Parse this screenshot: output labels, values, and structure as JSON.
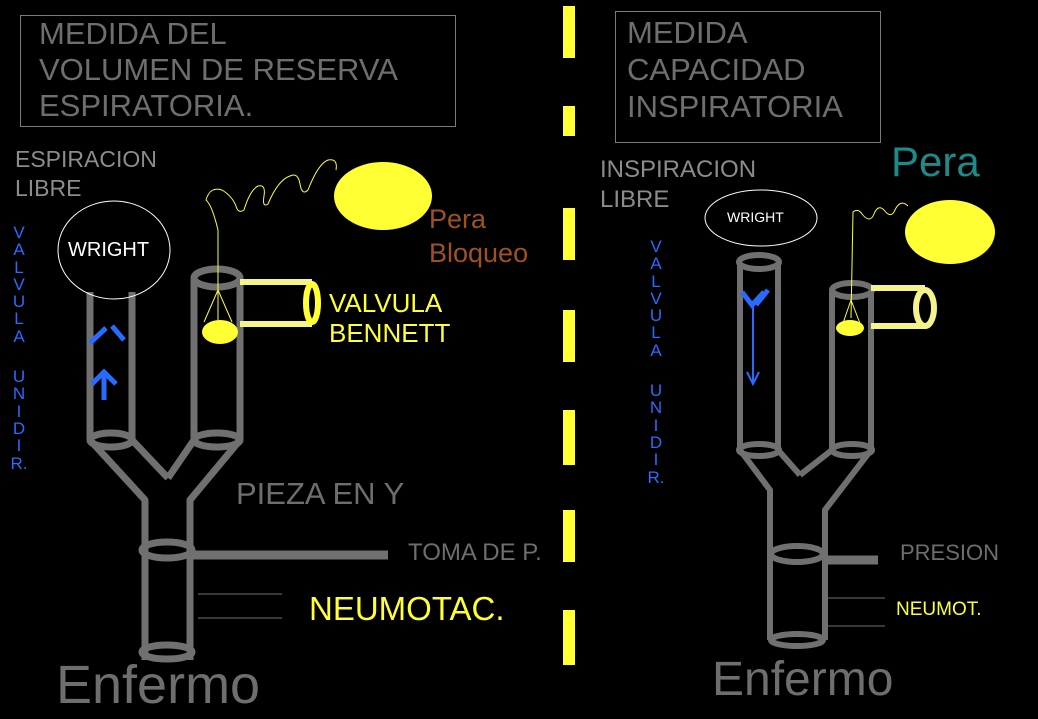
{
  "left_panel": {
    "title_lines": [
      "MEDIDA DEL",
      "VOLUMEN DE RESERVA",
      "ESPIRATORIA."
    ],
    "espiracion_lines": [
      "ESPIRACION",
      "LIBRE"
    ],
    "wright": "WRIGHT",
    "pera_lines": [
      "Pera",
      "Bloqueo"
    ],
    "valvula_lines": [
      "VALVULA",
      "BENNETT"
    ],
    "valve_vertical": [
      "V",
      "A",
      "L",
      "V",
      "U",
      "L",
      "A",
      "",
      "U",
      "N",
      "I",
      "D",
      "I",
      "R."
    ],
    "pieza": "PIEZA EN Y",
    "toma": "TOMA DE P.",
    "neumotac": "NEUMOTAC.",
    "enfermo": "Enfermo"
  },
  "right_panel": {
    "title_lines": [
      "MEDIDA",
      "CAPACIDAD",
      "INSPIRATORIA"
    ],
    "inspiracion_lines": [
      "INSPIRACION",
      "LIBRE"
    ],
    "wright": "WRIGHT",
    "pera": "Pera",
    "valve_vertical": [
      "V",
      "A",
      "L",
      "V",
      "U",
      "L",
      "A",
      "",
      "U",
      "N",
      "I",
      "D",
      "I",
      "R."
    ],
    "presion": "PRESION",
    "neumot": "NEUMOT.",
    "enfermo": "Enfermo"
  },
  "colors": {
    "background": "#000000",
    "gray_text": "#8c8c8c",
    "tube_gray": "#707070",
    "yellow": "#ffff33",
    "blue": "#2a6bff",
    "brown": "#a0521e",
    "teal": "#1f8a8a",
    "white": "#ffffff"
  }
}
